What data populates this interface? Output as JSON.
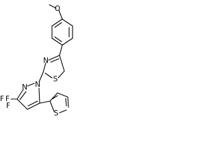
{
  "molecule": {
    "atom_labels": {
      "methoxy_oxygen": "O",
      "thiazole_nitrogen": "N",
      "thiazole_sulfur": "S",
      "pyrazole_n1": "N",
      "pyrazole_n2": "N",
      "thiophene_sulfur": "S",
      "trifluoromethyl_f1": "F",
      "trifluoromethyl_f2": "F",
      "trifluoromethyl_f3": "F"
    }
  }
}
